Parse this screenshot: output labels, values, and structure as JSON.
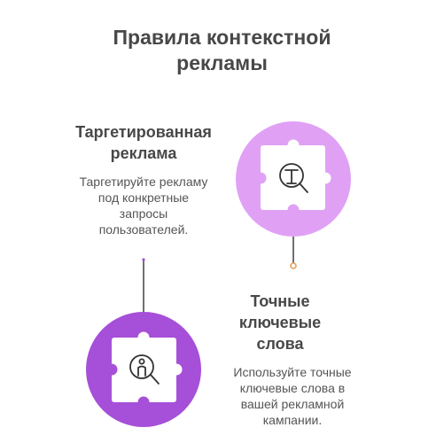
{
  "title": {
    "line1": "Правила контекстной",
    "line2": "рекламы"
  },
  "items": [
    {
      "heading_line1": "Таргетированная",
      "heading_line2": "реклама",
      "desc_lines": [
        "Таргетируйте рекламу",
        "под конкретные",
        "запросы",
        "пользователей."
      ],
      "icon": "target-search-icon",
      "color": "#e0a1f5"
    },
    {
      "heading_lines": [
        "Точные",
        "ключевые",
        "слова"
      ],
      "desc_lines": [
        "Используйте точные",
        "ключевые слова в",
        "вашей рекламной",
        "кампании."
      ],
      "icon": "person-search-icon",
      "color": "#a64fd8"
    }
  ],
  "colors": {
    "connector_dot": "#e8a05a",
    "line": "#333333"
  }
}
